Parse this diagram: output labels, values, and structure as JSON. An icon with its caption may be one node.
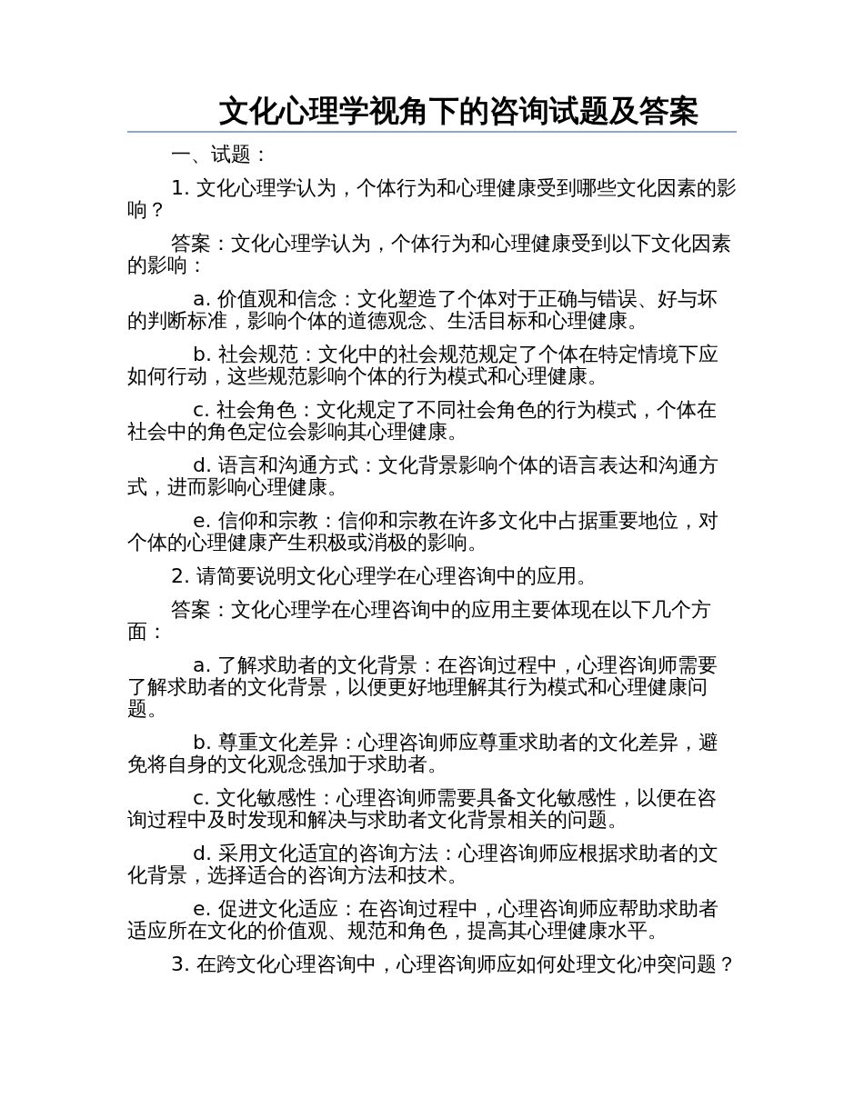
{
  "diagram": {
    "title": "文化心理学视角下的咨询试题及答案",
    "labels": [
      "一、试题：",
      "1. 文化心理学认为，个体行为和心理健康受到哪些文化因素的影响？",
      "答案：文化心理学认为，个体行为和心理健康受到以下文化因素的影响：",
      "a. 价值观和信念：文化塑造了个体对于正确与错误、好与坏的判断标准，影响个体的道德观念、生活目标和心理健康。",
      "b. 社会规范：文化中的社会规范规定了个体在特定情境下应如何行动，这些规范影响个体的行为模式和心理健康。",
      "c. 社会角色：文化规定了不同社会角色的行为模式，个体在社会中的角色定位会影响其心理健康。",
      "d. 语言和沟通方式：文化背景影响个体的语言表达和沟通方式，进而影响心理健康。",
      "e. 信仰和宗教：信仰和宗教在许多文化中占据重要地位，对个体的心理健康产生积极或消极的影响。",
      "2. 请简要说明文化心理学在心理咨询中的应用。",
      "答案：文化心理学在心理咨询中的应用主要体现在以下几个方面：",
      "a. 了解求助者的文化背景：在咨询过程中，心理咨询师需要了解求助者的文化背景，以便更好地理解其行为模式和心理健康问题。",
      "b. 尊重文化差异：心理咨询师应尊重求助者的文化差异，避免将自身的文化观念强加于求助者。",
      "c. 文化敏感性：心理咨询师需要具备文化敏感性，以便在咨询过程中及时发现和解决与求助者文化背景相关的问题。",
      "d. 采用文化适宜的咨询方法：心理咨询师应根据求助者的文化背景，选择适合的咨询方法和技术。",
      "e. 促进文化适应：在咨询过程中，心理咨询师应帮助求助者适应所在文化的价值观、规范和角色，提高其心理健康水平。",
      "3. 在跨文化心理咨询中，心理咨询师应如何处理文化冲突问题？"
    ]
  }
}
